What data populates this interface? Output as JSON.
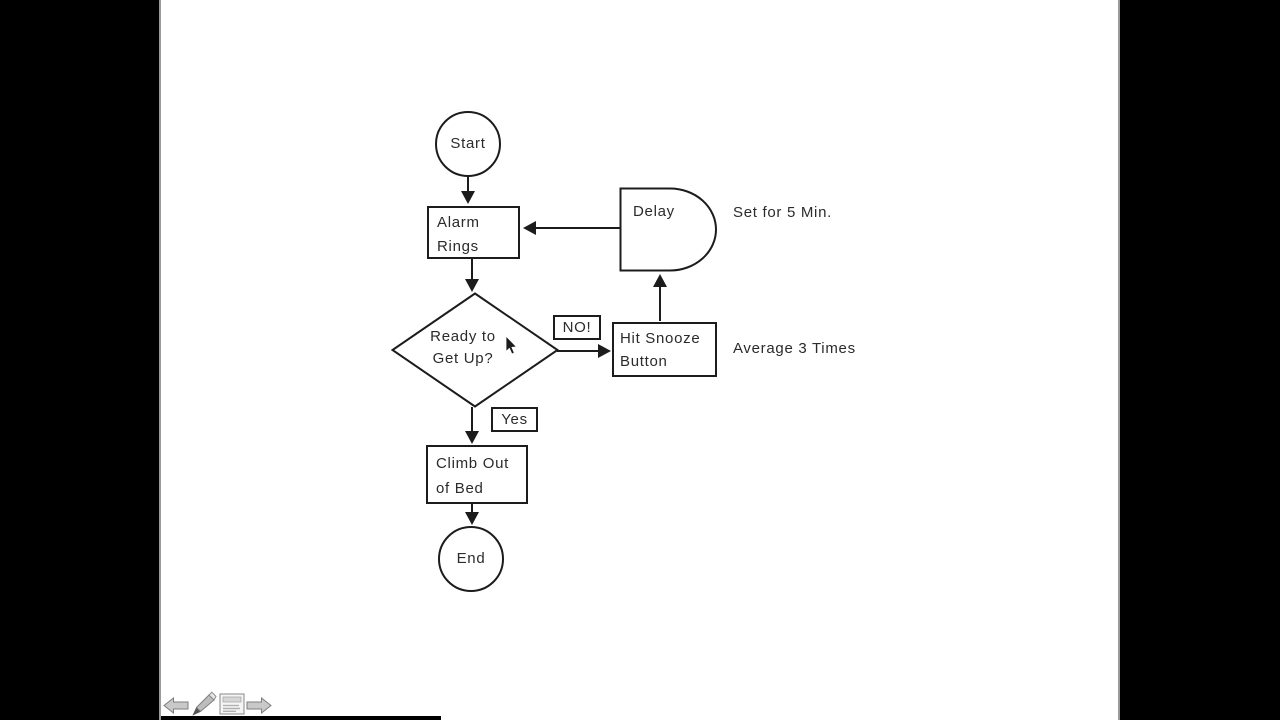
{
  "flowchart": {
    "start": {
      "label": "Start"
    },
    "alarm_rings": {
      "line1": "Alarm",
      "line2": "Rings"
    },
    "delay": {
      "label": "Delay",
      "annotation": "Set for 5 Min."
    },
    "decision": {
      "line1": "Ready to",
      "line2": "Get Up?"
    },
    "no_label": "NO!",
    "hit_snooze": {
      "line1": "Hit Snooze",
      "line2": "Button",
      "annotation": "Average 3 Times"
    },
    "yes_label": "Yes",
    "climb_out": {
      "line1": "Climb Out",
      "line2": "of Bed"
    },
    "end": {
      "label": "End"
    }
  },
  "toolbar": {
    "icons": [
      {
        "name": "back-arrow-icon"
      },
      {
        "name": "pencil-icon"
      },
      {
        "name": "notes-page-icon"
      },
      {
        "name": "forward-arrow-icon"
      }
    ]
  },
  "colors": {
    "line": "#1c1c1c",
    "text": "#2b2b2b",
    "background": "#ffffff",
    "side_bars": "#000000",
    "separator": "#9a9a9a",
    "icon_fill": "#c9c9c9",
    "icon_border": "#7e7e7e"
  }
}
